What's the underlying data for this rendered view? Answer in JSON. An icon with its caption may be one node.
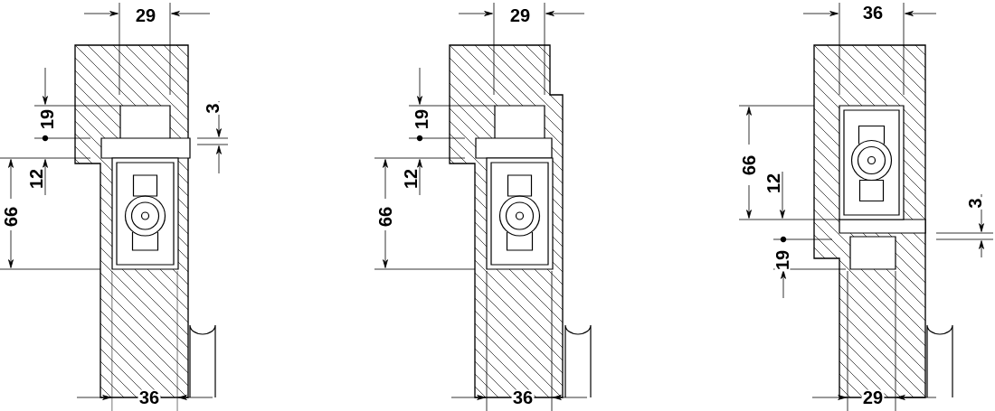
{
  "diagram": {
    "labels": [
      "29",
      "19",
      "3",
      "12",
      "66",
      "36",
      "29",
      "19",
      "12",
      "66",
      "36",
      "36",
      "66",
      "12",
      "3",
      "19",
      "29"
    ]
  }
}
